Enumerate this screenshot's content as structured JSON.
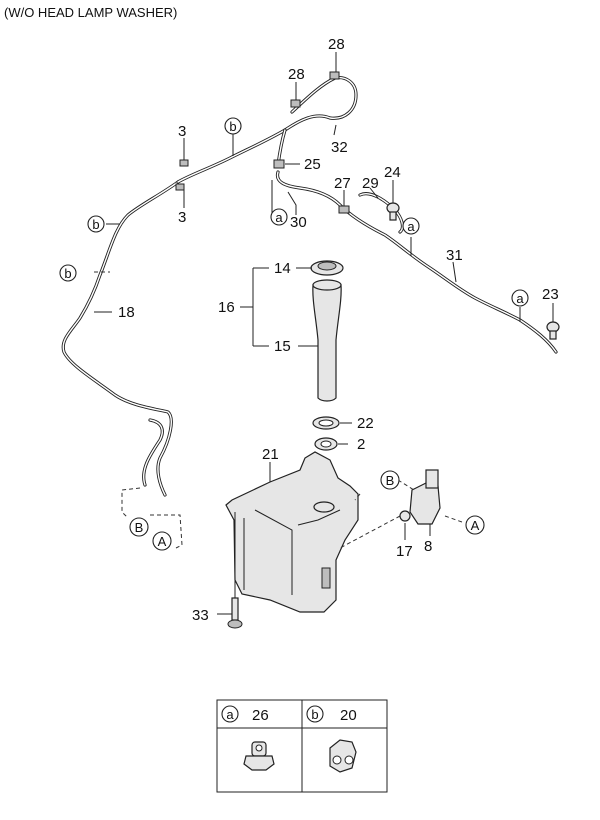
{
  "header": {
    "title": "(W/O HEAD LAMP WASHER)"
  },
  "callouts": {
    "p28a": "28",
    "p28b": "28",
    "p3a": "3",
    "p3b": "3",
    "p32": "32",
    "p25": "25",
    "p24": "24",
    "p27": "27",
    "p29": "29",
    "p30": "30",
    "p31": "31",
    "p23": "23",
    "p18": "18",
    "p14": "14",
    "p16": "16",
    "p15": "15",
    "p22": "22",
    "p2": "2",
    "p21": "21",
    "p33": "33",
    "p17": "17",
    "p8": "8"
  },
  "connectors": {
    "b1": "b",
    "b2": "b",
    "b3": "b",
    "a1": "a",
    "a2": "a",
    "a3": "a",
    "B1": "B",
    "A1": "A",
    "B2": "B",
    "A2": "A"
  },
  "legend": {
    "a_key": "a",
    "a_part": "26",
    "b_key": "b",
    "b_part": "20"
  }
}
